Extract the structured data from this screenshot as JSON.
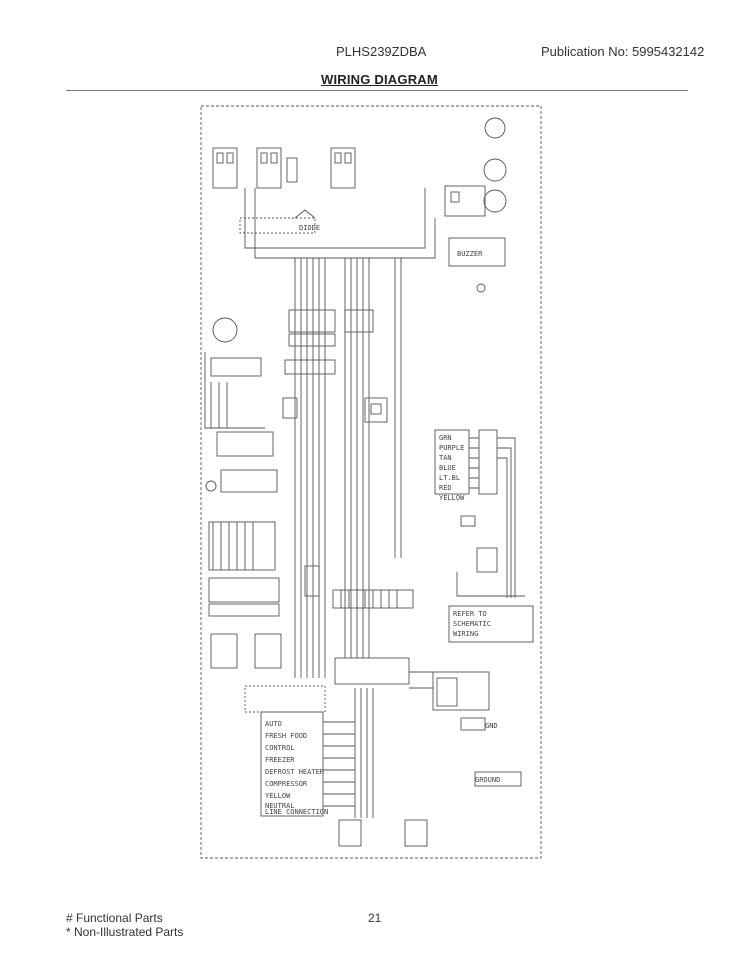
{
  "header": {
    "model": "PLHS239ZDBA",
    "publication": "Publication No:  5995432142"
  },
  "title": "WIRING DIAGRAM",
  "diagram": {
    "labels": {
      "diode": "DIODE",
      "buzzer": "BUZZER",
      "gnd": "GND",
      "sw_grn": "GRN",
      "sw_purple": "PURPLE",
      "sw_tan": "TAN",
      "sw_blue": "BLUE",
      "sw_ltbl": "LT.BL",
      "sw_red": "RED",
      "sw_yellow": "YELLOW",
      "refer": "REFER TO",
      "schematic": "SCHEMATIC",
      "wiring": "WIRING",
      "ctrl_1": "AUTO",
      "ctrl_2": "FRESH FOOD",
      "ctrl_3": "CONTROL",
      "ctrl_4": "FREEZER",
      "ctrl_5": "DEFROST HEATER",
      "ctrl_6": "COMPRESSOR",
      "ctrl_7": "YELLOW",
      "ctrl_8": "NEUTRAL",
      "ctrl_9": "LINE CONNECTION",
      "ctrl_10": "GROUND"
    }
  },
  "footer": {
    "functional": "# Functional Parts",
    "non_illustrated": "* Non-Illustrated Parts",
    "page": "21"
  }
}
